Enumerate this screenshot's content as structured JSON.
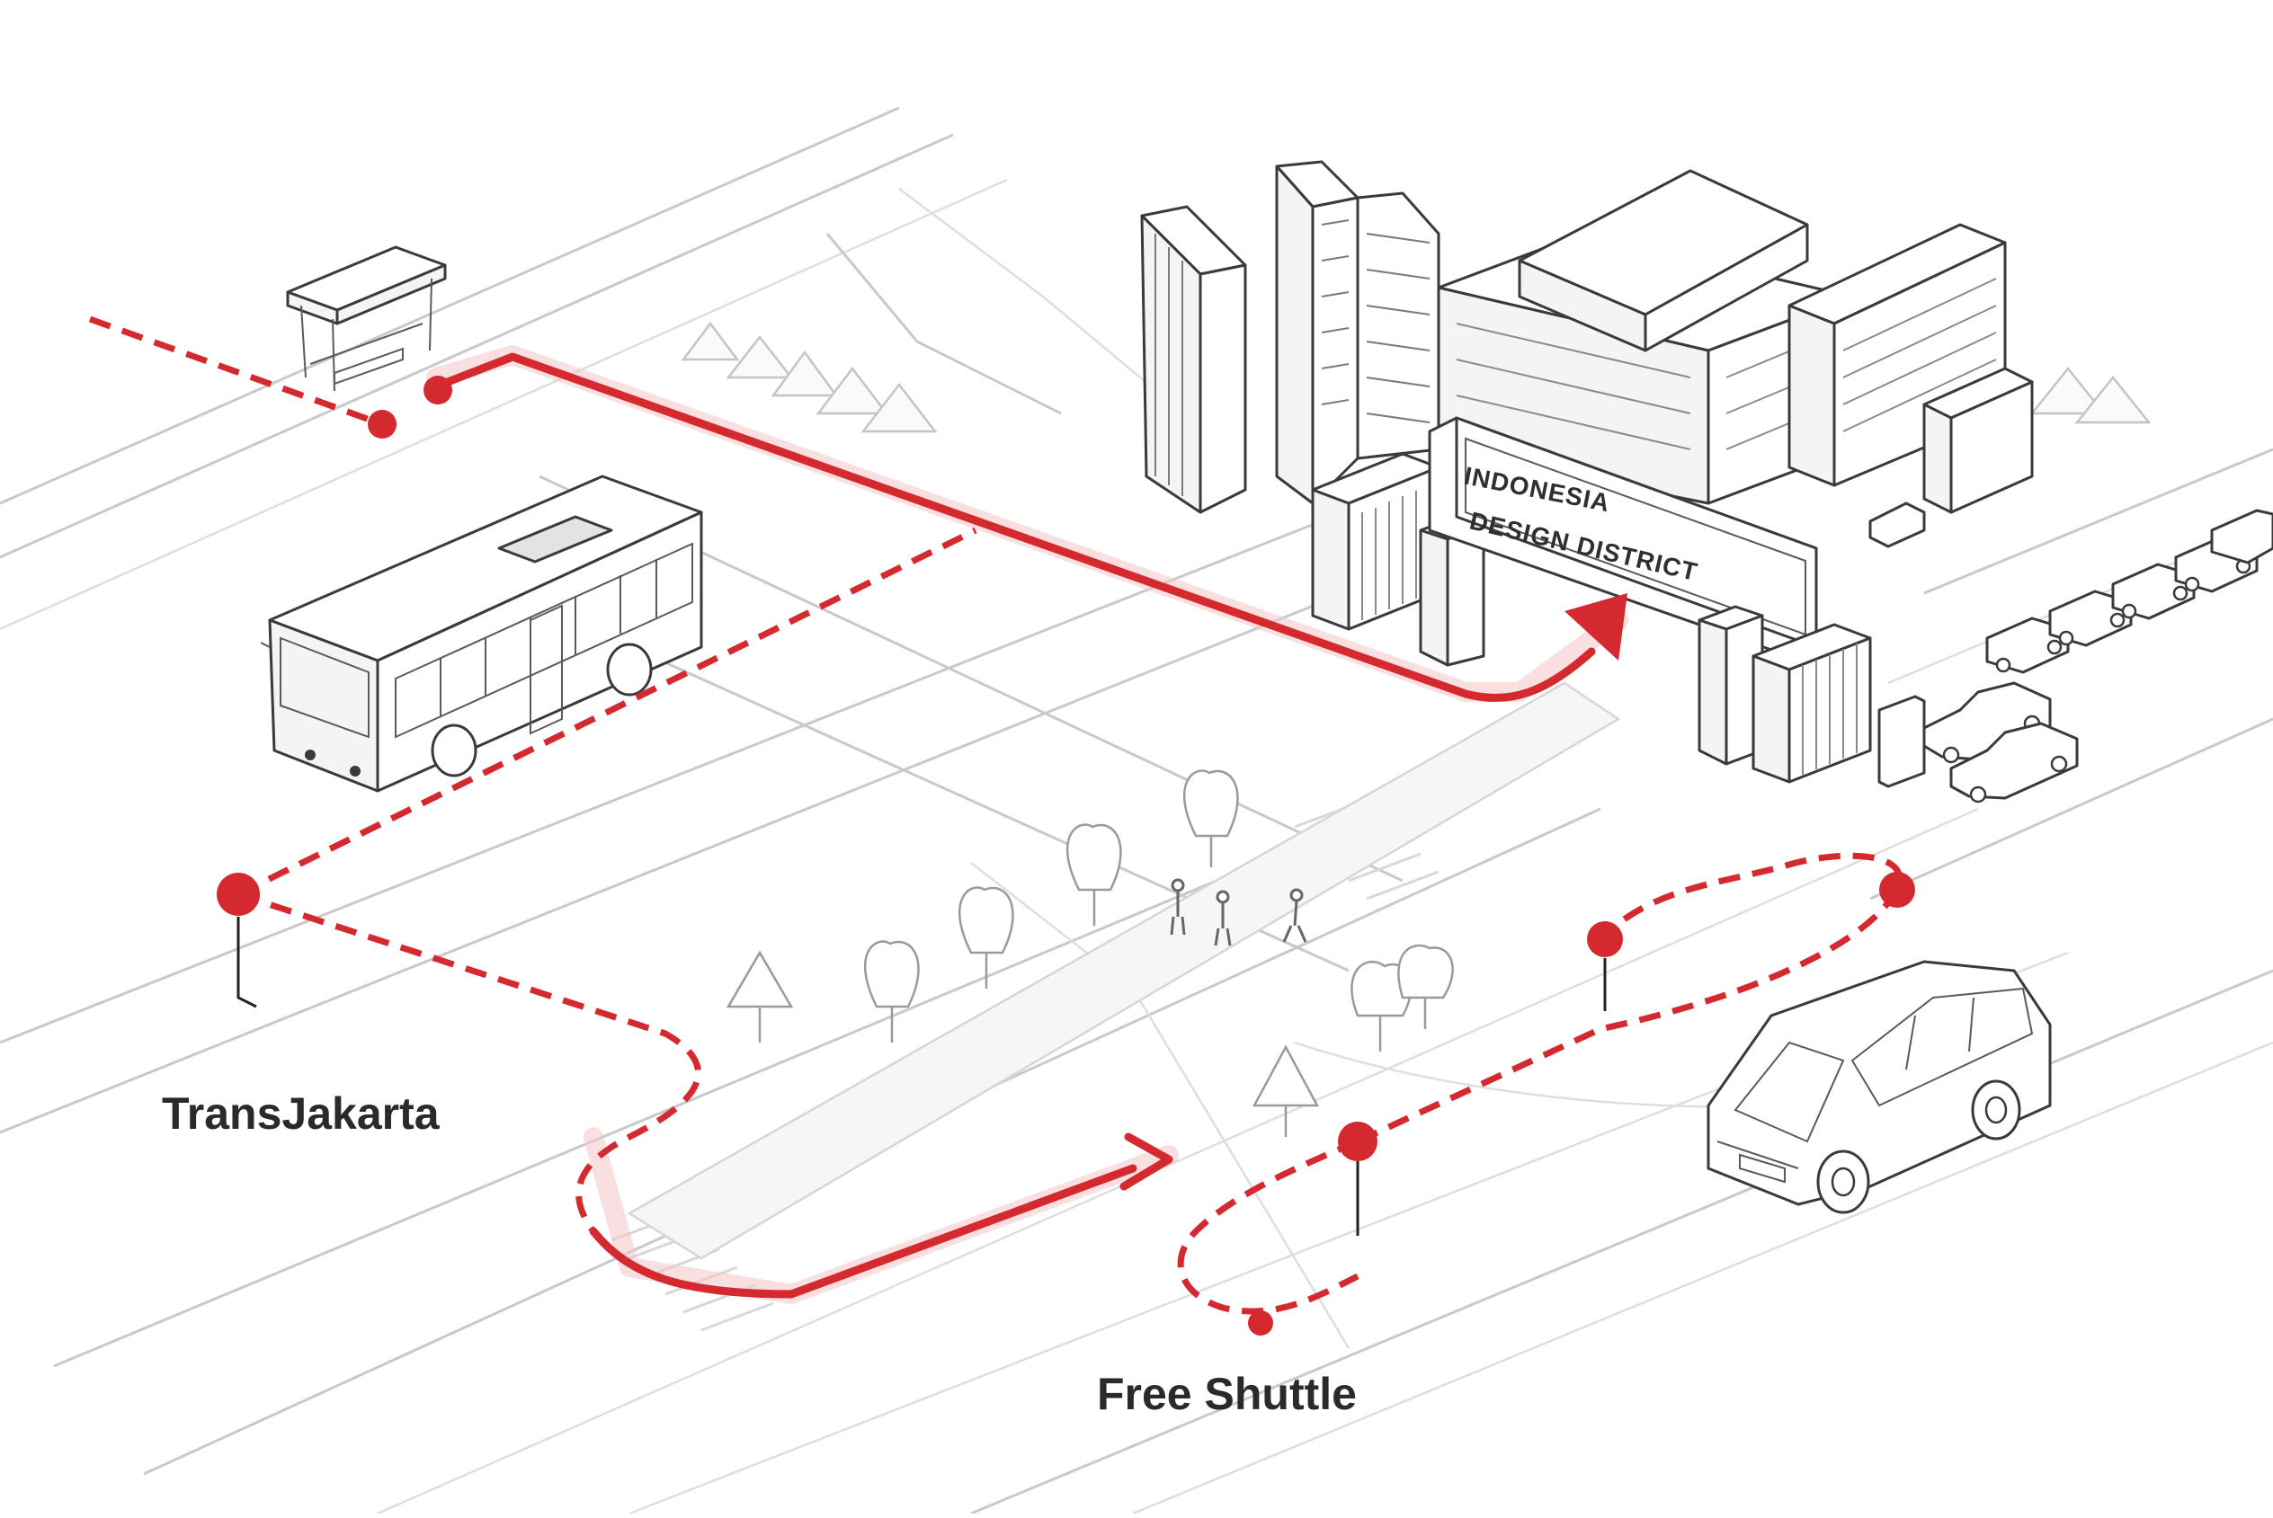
{
  "labels": {
    "transjakarta": "TransJakarta",
    "free_shuttle": "Free Shuttle"
  },
  "gate_sign": {
    "line1": "INDONESIA",
    "line2": "DESIGN DISTRICT"
  },
  "colors": {
    "route": "#d42a2f",
    "ink": "#3a3a3a",
    "road": "#c9c9c9",
    "background": "#ffffff"
  },
  "icons": [
    "bus-stop-shelter-icon",
    "bus-icon",
    "van-icon",
    "building-icon",
    "gate-icon",
    "tree-icon",
    "pedestrian-icon",
    "parked-car-icon",
    "arrow-icon"
  ]
}
